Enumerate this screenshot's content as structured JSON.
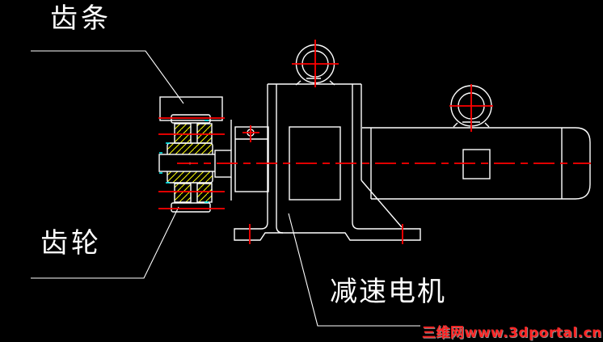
{
  "drawing": {
    "background": "#000000",
    "labels": {
      "rack": "齿条",
      "gear": "齿轮",
      "motor": "减速电机"
    },
    "watermark": "三维网www.3dportal.cn",
    "colors": {
      "background": "#000000",
      "outline": "#ffffff",
      "centerline": "#ff0000",
      "hatch": "#ffff00",
      "marker": "#00ffff",
      "brand": "#ff2525"
    }
  }
}
